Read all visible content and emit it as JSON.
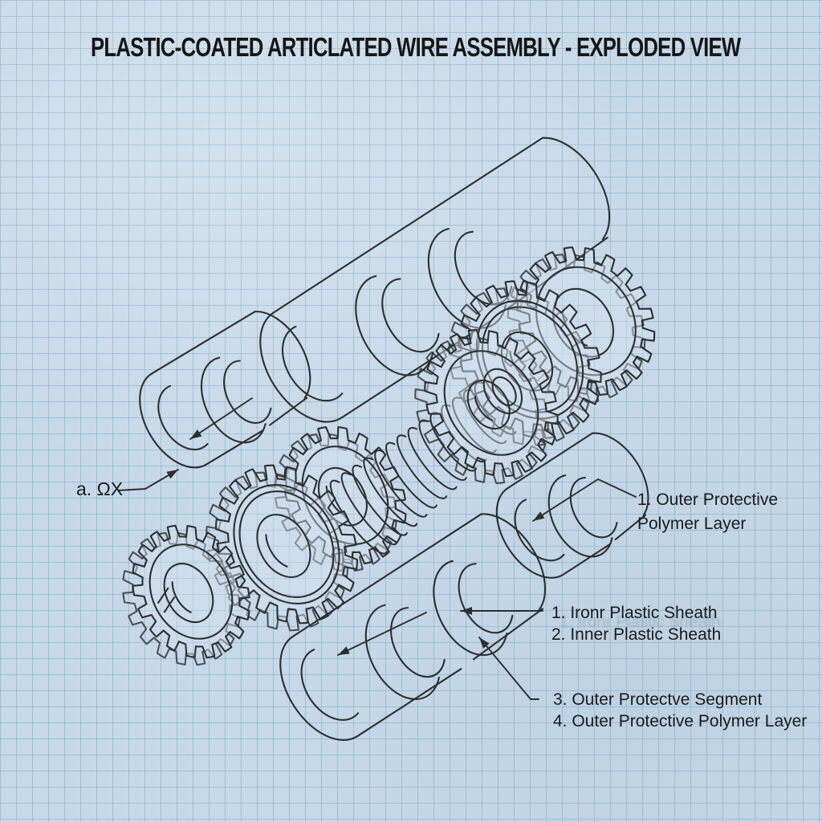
{
  "title": "PLASTIC-COATED ARTICLATED WIRE ASSEMBLY - EXPLODED VIEW",
  "colors": {
    "background": "#c7d9e8",
    "grid_line": "#82a8cc",
    "ink": "#212121",
    "gear_face": "rgba(213,227,239,0.45)"
  },
  "labels": {
    "part_a": {
      "text": "a. ΩX"
    },
    "outer_polymer": {
      "lines": [
        "1. Outer Protective",
        "Polymer Layer"
      ]
    },
    "sheath": {
      "lines": [
        "1. Ironr Plastic Sheath",
        "2. Inner Plastic Sheath"
      ]
    },
    "segment": {
      "lines": [
        "3. Outer Protectve Segment",
        "4. Outer Protective Polymer Layer"
      ]
    }
  },
  "diagram": {
    "style": "blueprint line drawing on graph paper",
    "components": [
      "outer shell segments",
      "gear train",
      "coil spring",
      "leader arrows"
    ]
  }
}
